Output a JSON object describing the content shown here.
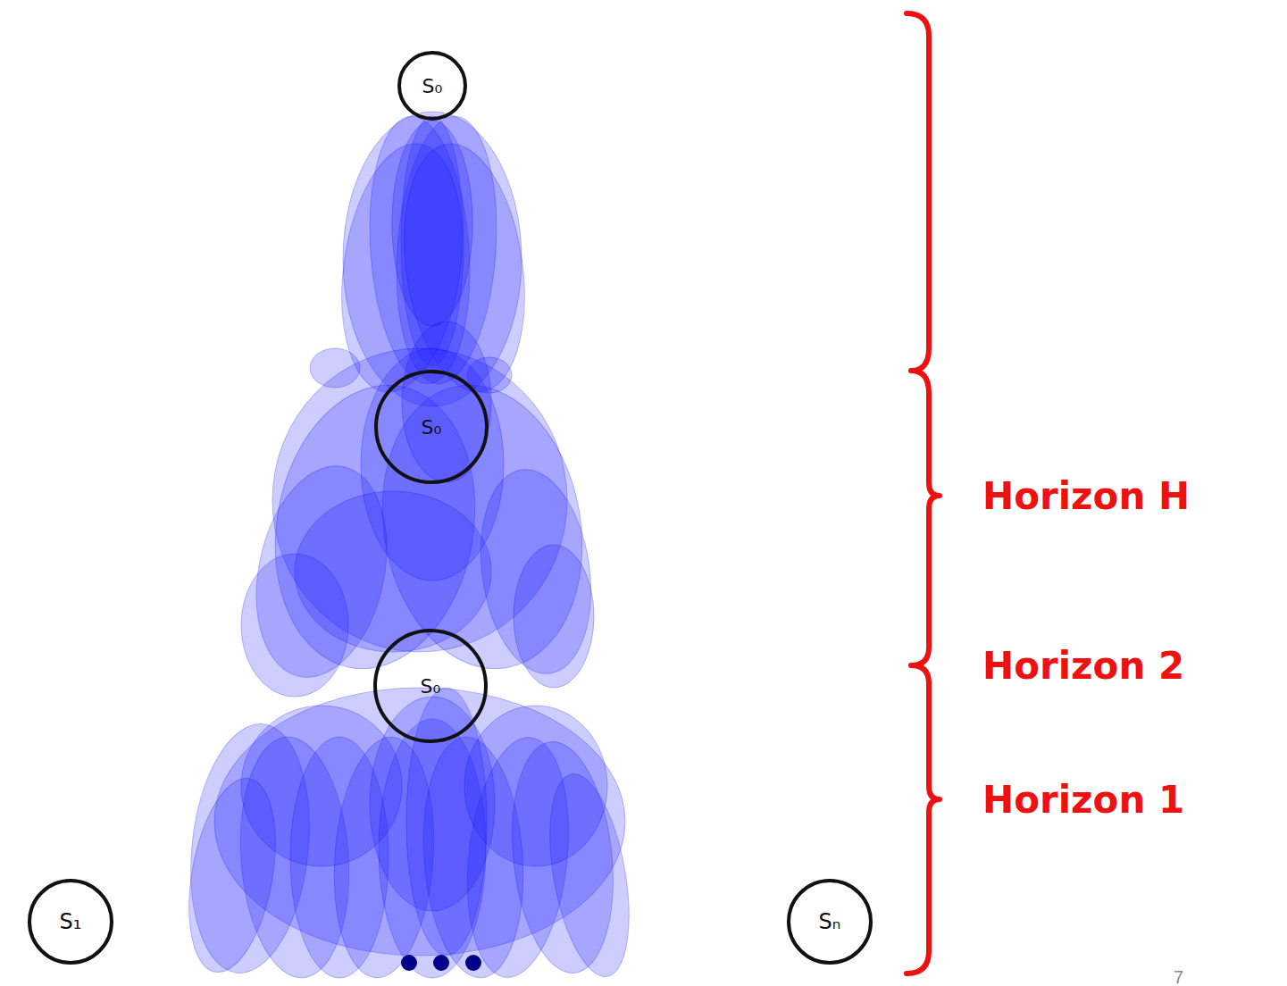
{
  "diagram": {
    "nodes": [
      {
        "text": [
          "S₀"
        ]
      },
      {
        "text": [
          "S₀"
        ]
      },
      {
        "text": [
          "S₀"
        ]
      },
      {
        "text": [
          "S₁"
        ]
      },
      {
        "text": [
          "Sₙ"
        ]
      }
    ],
    "labels": [
      "Horizon H",
      "Horizon 2",
      "Horizon 1",
      "7"
    ]
  }
}
